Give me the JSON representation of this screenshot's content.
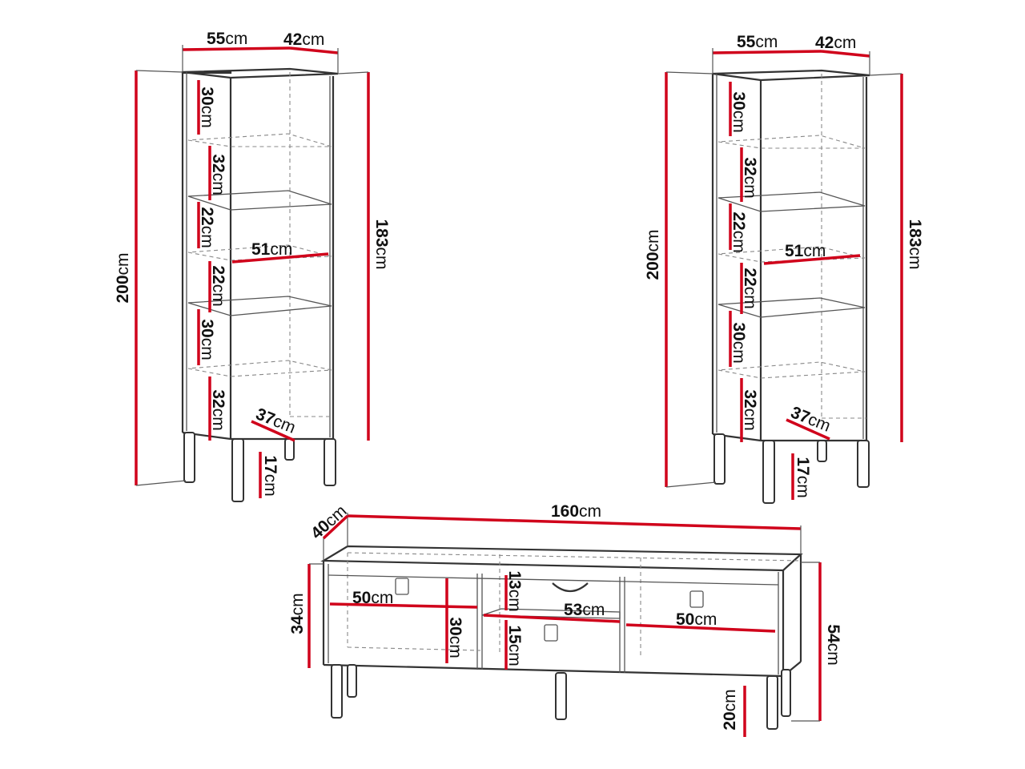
{
  "colors": {
    "dimension_line": "#d0021b",
    "outline": "#333333"
  },
  "cabinet_left": {
    "width": "55",
    "depth": "42",
    "height": "200",
    "inner_height": "183",
    "shelves": [
      "30",
      "32",
      "22",
      "22",
      "30",
      "32"
    ],
    "inner_width": "51",
    "shelf_depth": "37",
    "leg_height": "17"
  },
  "cabinet_right": {
    "width": "55",
    "depth": "42",
    "height": "200",
    "inner_height": "183",
    "shelves": [
      "30",
      "32",
      "22",
      "22",
      "30",
      "32"
    ],
    "inner_width": "51",
    "shelf_depth": "37",
    "leg_height": "17"
  },
  "tv_unit": {
    "width": "160",
    "depth": "40",
    "height": "54",
    "body_height": "34",
    "left_compartment": "50",
    "right_compartment": "50",
    "middle_compartment": "53",
    "left_height": "30",
    "top_niche": "13",
    "bottom_niche": "15",
    "leg_height": "20"
  },
  "unit": "cm"
}
